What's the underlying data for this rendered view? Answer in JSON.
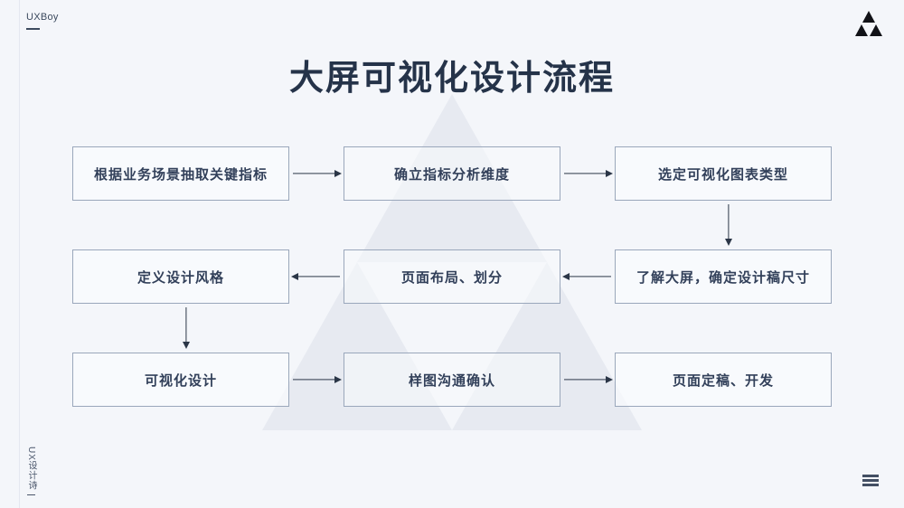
{
  "header": {
    "brand": "UXBoy",
    "logo_icon": "triangle-sierpinski-logo"
  },
  "title": "大屏可视化设计流程",
  "theme": {
    "background": "#f4f6fa",
    "title_color": "#253349",
    "node_border": "#9aa7bb",
    "node_text": "#32405a",
    "arrow_color": "#2b3647",
    "watermark": "#e8ebf2"
  },
  "flow": {
    "rows": [
      {
        "nodes": [
          {
            "label": "根据业务场景抽取关键指标"
          },
          {
            "label": "确立指标分析维度"
          },
          {
            "label": "选定可视化图表类型"
          }
        ],
        "connectors": [
          {
            "direction": "right",
            "icon": "arrow-right-icon"
          },
          {
            "direction": "right",
            "icon": "arrow-right-icon"
          }
        ]
      },
      {
        "nodes": [
          {
            "label": "定义设计风格"
          },
          {
            "label": "页面布局、划分"
          },
          {
            "label": "了解大屏，确定设计稿尺寸"
          }
        ],
        "connectors": [
          {
            "direction": "left",
            "icon": "arrow-left-icon"
          },
          {
            "direction": "left",
            "icon": "arrow-left-icon"
          }
        ]
      },
      {
        "nodes": [
          {
            "label": "可视化设计"
          },
          {
            "label": "样图沟通确认"
          },
          {
            "label": "页面定稿、开发"
          }
        ],
        "connectors": [
          {
            "direction": "right",
            "icon": "arrow-right-icon"
          },
          {
            "direction": "right",
            "icon": "arrow-right-icon"
          }
        ]
      }
    ],
    "vertical_connectors": [
      {
        "after_row": 1,
        "position": "right-column",
        "icon": "arrow-down-icon"
      },
      {
        "after_row": 2,
        "position": "left-column",
        "icon": "arrow-down-icon"
      }
    ]
  },
  "footer": {
    "vertical_text": "UX设计诗",
    "menu_icon": "hamburger-menu-icon"
  }
}
